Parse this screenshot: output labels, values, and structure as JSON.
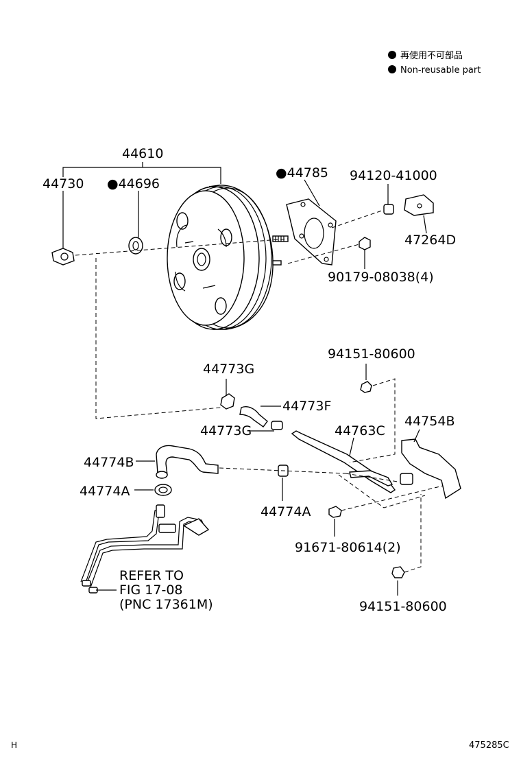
{
  "legend": {
    "items": [
      {
        "marker": "●",
        "text": "再使用不可部品"
      },
      {
        "marker": "●",
        "text": "Non-reusable part"
      }
    ]
  },
  "parts": {
    "p44610": "44610",
    "p44730": "44730",
    "p44696": "●44696",
    "p44785": "●44785",
    "p94120": "94120-41000",
    "p47264D": "47264D",
    "p90179": "90179-08038(4)",
    "p94151a": "94151-80600",
    "p44773G_top": "44773G",
    "p44773F": "44773F",
    "p44773G_bottom": "44773G",
    "p44763C": "44763C",
    "p44754B": "44754B",
    "p44774B": "44774B",
    "p44774A_left": "44774A",
    "p44774A_right": "44774A",
    "p91671": "91671-80614(2)",
    "p94151b": "94151-80600"
  },
  "refer": {
    "line1": "REFER TO",
    "line2": "FIG 17-08",
    "line3": "(PNC 17361M)"
  },
  "footer": {
    "left": "H",
    "right": "475285C"
  }
}
